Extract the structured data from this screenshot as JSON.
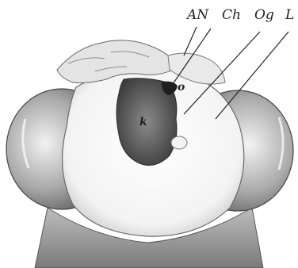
{
  "figure": {
    "labels": {
      "an": "AN",
      "ch": "Ch",
      "og": "Og",
      "l": "L",
      "o": "o",
      "k": "k"
    },
    "colors": {
      "ink": "#222222",
      "paper": "#ffffff",
      "shade_dark": "#5a5a5a",
      "shade_mid": "#9a9a9a",
      "shade_light": "#d6d6d6"
    }
  }
}
